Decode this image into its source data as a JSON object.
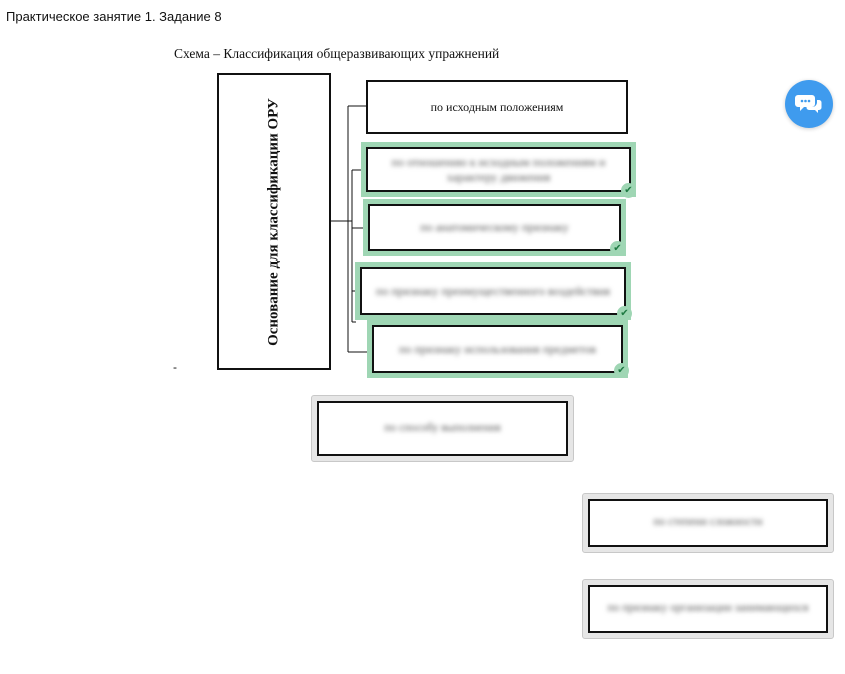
{
  "page": {
    "title": "Практическое занятие 1. Задание 8",
    "caption": "Схема – Классификация общеразвивающих упражнений",
    "dash": "-"
  },
  "scheme": {
    "root_label": "Основание для классификации ОРУ",
    "first_item": "по исходным положениям",
    "placed_items": [
      {
        "label": "по отношению к исходным положениям и характеру движения",
        "status": "correct"
      },
      {
        "label": "по анатомическому признаку",
        "status": "correct"
      },
      {
        "label": "по признаку преимущественного воздействия",
        "status": "correct"
      },
      {
        "label": "по признаку использования предметов",
        "status": "correct"
      }
    ]
  },
  "draggables": [
    {
      "label": "по способу выполнения"
    },
    {
      "label": "по степени сложности"
    },
    {
      "label": "по признаку организации занимающихся"
    }
  ],
  "colors": {
    "correct_highlight": "#9fd6b4",
    "correct_check": "#1f7a43",
    "draggable_bg": "#e6e6e6",
    "chat_button": "#3f9bee"
  },
  "icons": {
    "check": "check-icon",
    "chat": "chat-bubbles-icon"
  }
}
